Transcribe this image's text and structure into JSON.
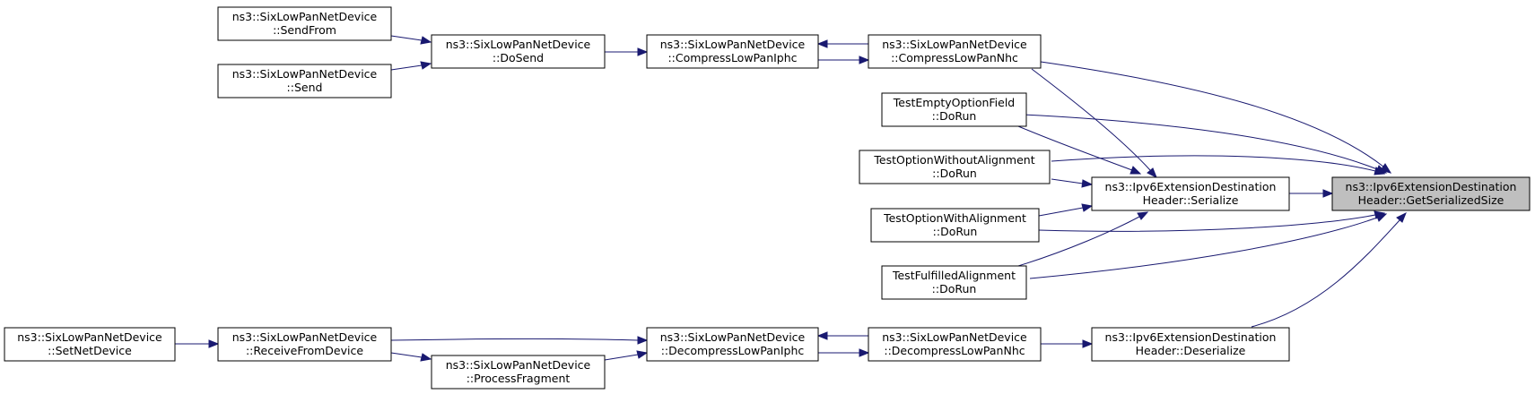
{
  "colors": {
    "edge": "#191970",
    "focus_fill": "#bfbfbf",
    "node_fill": "#ffffff",
    "node_border": "#000000"
  },
  "nodes": {
    "send_from": {
      "line1": "ns3::SixLowPanNetDevice",
      "line2": "::SendFrom"
    },
    "send": {
      "line1": "ns3::SixLowPanNetDevice",
      "line2": "::Send"
    },
    "do_send": {
      "line1": "ns3::SixLowPanNetDevice",
      "line2": "::DoSend"
    },
    "compress_iphc": {
      "line1": "ns3::SixLowPanNetDevice",
      "line2": "::CompressLowPanIphc"
    },
    "compress_nhc": {
      "line1": "ns3::SixLowPanNetDevice",
      "line2": "::CompressLowPanNhc"
    },
    "test_empty": {
      "line1": "TestEmptyOptionField",
      "line2": "::DoRun"
    },
    "test_without": {
      "line1": "TestOptionWithoutAlignment",
      "line2": "::DoRun"
    },
    "test_with": {
      "line1": "TestOptionWithAlignment",
      "line2": "::DoRun"
    },
    "test_fulfilled": {
      "line1": "TestFulfilledAlignment",
      "line2": "::DoRun"
    },
    "serialize": {
      "line1": "ns3::Ipv6ExtensionDestination",
      "line2": "Header::Serialize"
    },
    "get_size": {
      "line1": "ns3::Ipv6ExtensionDestination",
      "line2": "Header::GetSerializedSize"
    },
    "set_net_device": {
      "line1": "ns3::SixLowPanNetDevice",
      "line2": "::SetNetDevice"
    },
    "receive_from": {
      "line1": "ns3::SixLowPanNetDevice",
      "line2": "::ReceiveFromDevice"
    },
    "process_fragment": {
      "line1": "ns3::SixLowPanNetDevice",
      "line2": "::ProcessFragment"
    },
    "decompress_iphc": {
      "line1": "ns3::SixLowPanNetDevice",
      "line2": "::DecompressLowPanIphc"
    },
    "decompress_nhc": {
      "line1": "ns3::SixLowPanNetDevice",
      "line2": "::DecompressLowPanNhc"
    },
    "deserialize": {
      "line1": "ns3::Ipv6ExtensionDestination",
      "line2": "Header::Deserialize"
    }
  }
}
